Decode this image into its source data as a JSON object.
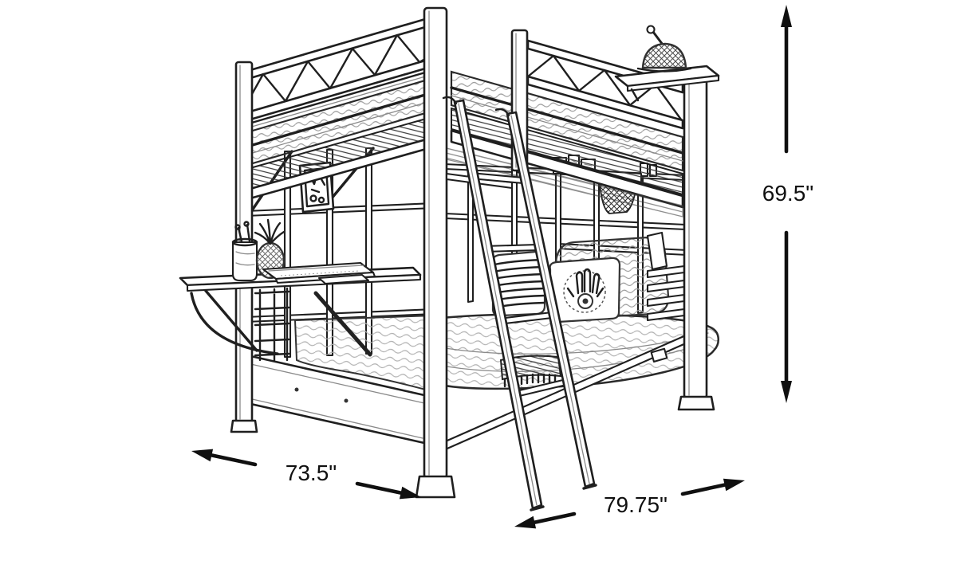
{
  "canvas": {
    "background": "#ffffff",
    "line_color": "#1f1f1f",
    "label_color": "#101010",
    "alt": "Pencil-sketch line drawing of a loft bunk bed with fold-down desk, ladder, futon, pillows, basketball hoop and clip lamp, annotated with overall dimensions"
  },
  "dimensions": {
    "height": {
      "label": "69.5\"",
      "orientation": "vertical"
    },
    "width": {
      "label": "73.5\"",
      "orientation": "diagonal-left"
    },
    "depth": {
      "label": "79.75\"",
      "orientation": "diagonal-right"
    }
  }
}
